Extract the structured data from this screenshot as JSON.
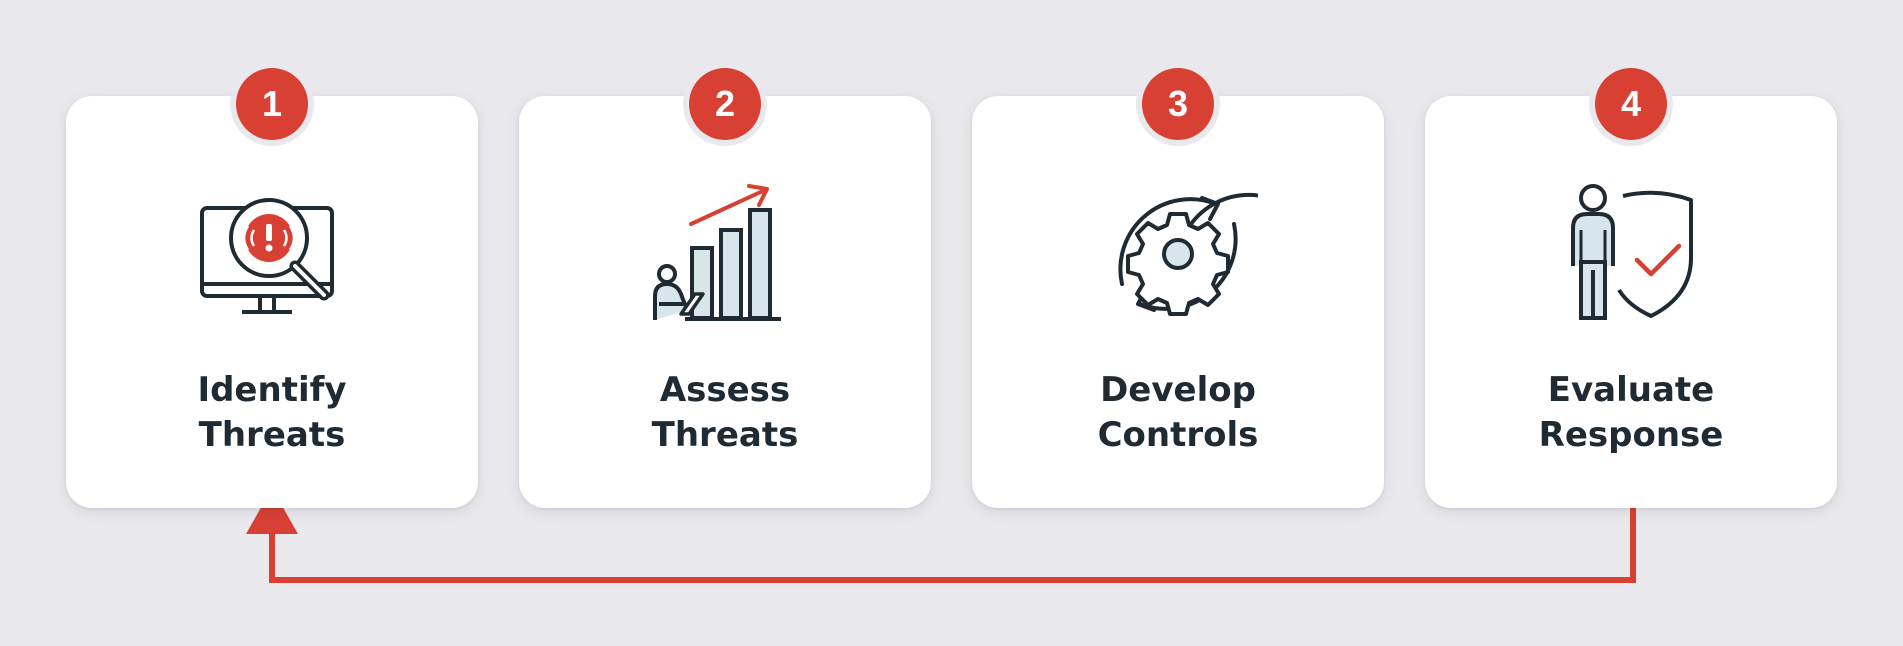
{
  "steps": [
    {
      "number": "1",
      "label_line1": "Identify",
      "label_line2": "Threats",
      "icon": "monitor-alert-magnifier-icon"
    },
    {
      "number": "2",
      "label_line1": "Assess",
      "label_line2": "Threats",
      "icon": "analyst-bar-chart-icon"
    },
    {
      "number": "3",
      "label_line1": "Develop",
      "label_line2": "Controls",
      "icon": "gear-cycle-icon"
    },
    {
      "number": "4",
      "label_line1": "Evaluate",
      "label_line2": "Response",
      "icon": "person-shield-check-icon"
    }
  ],
  "colors": {
    "accent": "#d84033",
    "card": "#ffffff",
    "background": "#e9e9ed",
    "text": "#1f2a33",
    "icon_fill": "#d6e6ea"
  }
}
